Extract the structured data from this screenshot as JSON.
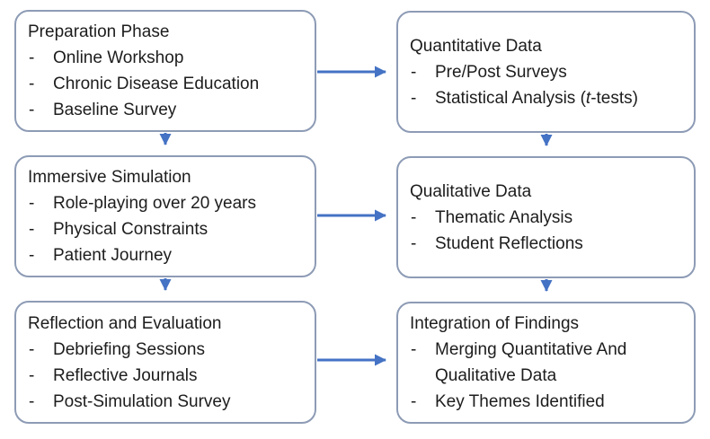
{
  "diagram": {
    "bullet": "-",
    "colors": {
      "arrow": "#4472c4",
      "box_border": "#8d9bb5",
      "text": "#1d1d1d",
      "background": "#ffffff"
    },
    "boxes": {
      "preparation": {
        "title": "Preparation Phase",
        "item1": "Online Workshop",
        "item2": "Chronic Disease Education",
        "item3": "Baseline Survey"
      },
      "quantitative": {
        "title": "Quantitative Data",
        "item1": "Pre/Post Surveys",
        "item2_pre": "Statistical Analysis (",
        "item2_italic": "t",
        "item2_post": "-tests)"
      },
      "immersive": {
        "title": "Immersive Simulation",
        "item1": "Role-playing over 20 years",
        "item2": "Physical Constraints",
        "item3": "Patient Journey"
      },
      "qualitative": {
        "title": "Qualitative Data",
        "item1": "Thematic Analysis",
        "item2": "Student Reflections"
      },
      "reflection": {
        "title": "Reflection and Evaluation",
        "item1": "Debriefing Sessions",
        "item2": "Reflective Journals",
        "item3": "Post-Simulation Survey"
      },
      "integration": {
        "title": "Integration of Findings",
        "item1": "Merging Quantitative And Qualitative Data",
        "item2": "Key Themes Identified"
      }
    },
    "connections": [
      {
        "from": "preparation",
        "to": "quantitative"
      },
      {
        "from": "preparation",
        "to": "immersive"
      },
      {
        "from": "quantitative",
        "to": "qualitative"
      },
      {
        "from": "immersive",
        "to": "qualitative"
      },
      {
        "from": "immersive",
        "to": "reflection"
      },
      {
        "from": "qualitative",
        "to": "integration"
      },
      {
        "from": "reflection",
        "to": "integration"
      }
    ]
  }
}
